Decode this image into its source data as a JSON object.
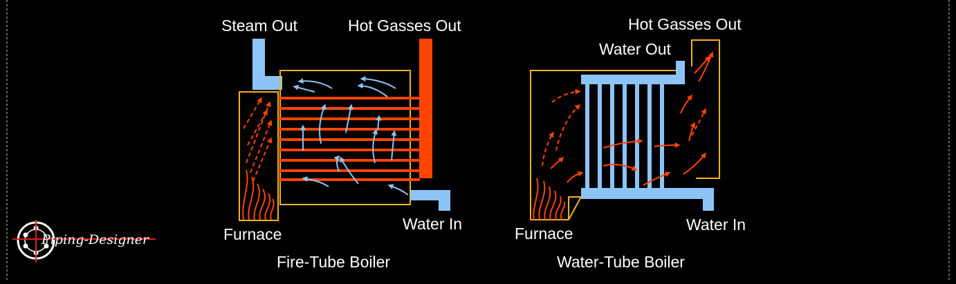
{
  "fire_tube": {
    "caption": "Fire-Tube Boiler",
    "steam_out": "Steam Out",
    "hot_gasses_out": "Hot Gasses Out",
    "furnace": "Furnace",
    "water_in": "Water In"
  },
  "water_tube": {
    "caption": "Water-Tube Boiler",
    "hot_gasses_out": "Hot Gasses Out",
    "water_out": "Water Out",
    "furnace": "Furnace",
    "water_in": "Water In"
  },
  "logo": {
    "text": "Piping-Designer"
  },
  "colors": {
    "background": "#000000",
    "vessel_outline": "#F5B21E",
    "hot_gas": "#FF4400",
    "water": "#8DC4F8",
    "frame": "#8A8A8A"
  }
}
